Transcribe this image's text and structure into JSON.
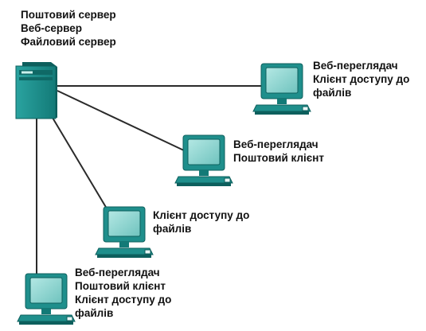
{
  "server": {
    "roles": [
      "Поштовий сервер",
      "Веб-сервер",
      "Файловий сервер"
    ]
  },
  "clients": [
    {
      "roles": [
        "Веб-переглядач",
        "Клієнт доступу до",
        "файлів"
      ]
    },
    {
      "roles": [
        "Веб-переглядач",
        "Поштовий клієнт"
      ]
    },
    {
      "roles": [
        "Клієнт доступу до",
        "файлів"
      ]
    },
    {
      "roles": [
        "Веб-переглядач",
        "Поштовий клієнт",
        "Клієнт доступу до",
        "файлів"
      ]
    }
  ],
  "colors": {
    "device": "#1f8f8c",
    "device_dark": "#0d5f5d",
    "screen": "#8fd6d2",
    "link": "#2a2a2a"
  }
}
